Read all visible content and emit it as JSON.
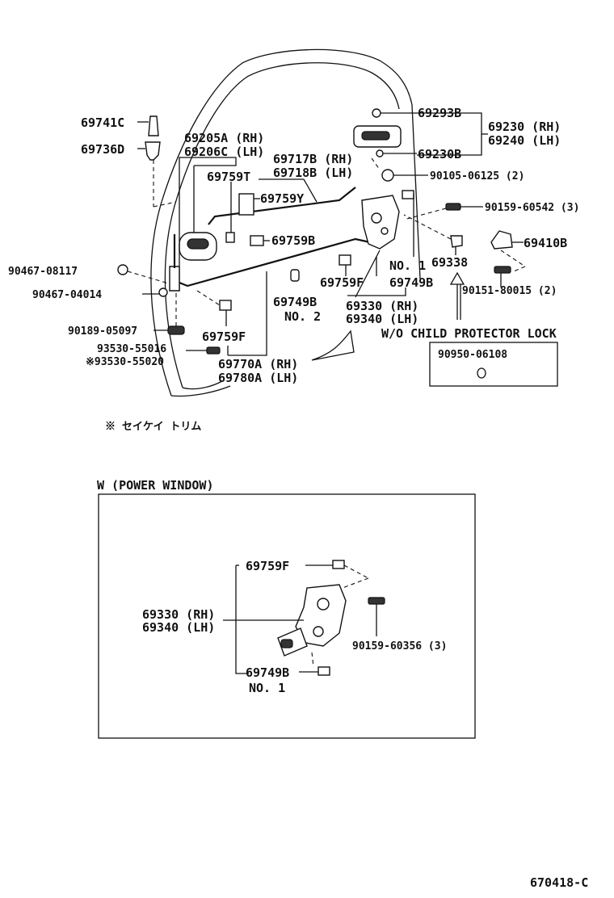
{
  "labels": {
    "p69741C": "69741C",
    "p69736D": "69736D",
    "p69205A": "69205A (RH)",
    "p69206C": "69206C (LH)",
    "p69717B": "69717B (RH)",
    "p69718B": "69718B (LH)",
    "p69759T": "69759T",
    "p69759Y": "69759Y",
    "p69759B": "69759B",
    "p69293B": "69293B",
    "p69230": "69230 (RH)",
    "p69240": "69240 (LH)",
    "p69230B": "69230B",
    "p90105": "90105-06125 (2)",
    "p90159a": "90159-60542 (3)",
    "p69410B": "69410B",
    "p69338": "69338",
    "p90151": "90151-80015 (2)",
    "p90467a": "90467-08117",
    "p90467b": "90467-04014",
    "p90189": "90189-05097",
    "p93530a": "93530-55016",
    "p93530b": "※93530-55020",
    "p69759Fa": "69759F",
    "p69759Fb": "69759F",
    "p69749Ba": "69749B",
    "p69749Bb": "69749B",
    "no1a": "NO. 1",
    "no2": "NO. 2",
    "p69330a": "69330 (RH)",
    "p69340a": "69340 (LH)",
    "p69770A": "69770A (RH)",
    "p69780A": "69780A (LH)",
    "wo_child": "W/O CHILD PROTECTOR LOCK",
    "p90950": "90950-06108",
    "note": "※ セイケイ トリム",
    "w_power": "W (POWER WINDOW)",
    "p69759Fc": "69759F",
    "p69330b": "69330 (RH)",
    "p69340b": "69340 (LH)",
    "p90159b": "90159-60356 (3)",
    "p69749Bc": "69749B",
    "no1b": "NO. 1",
    "code": "670418-C"
  }
}
